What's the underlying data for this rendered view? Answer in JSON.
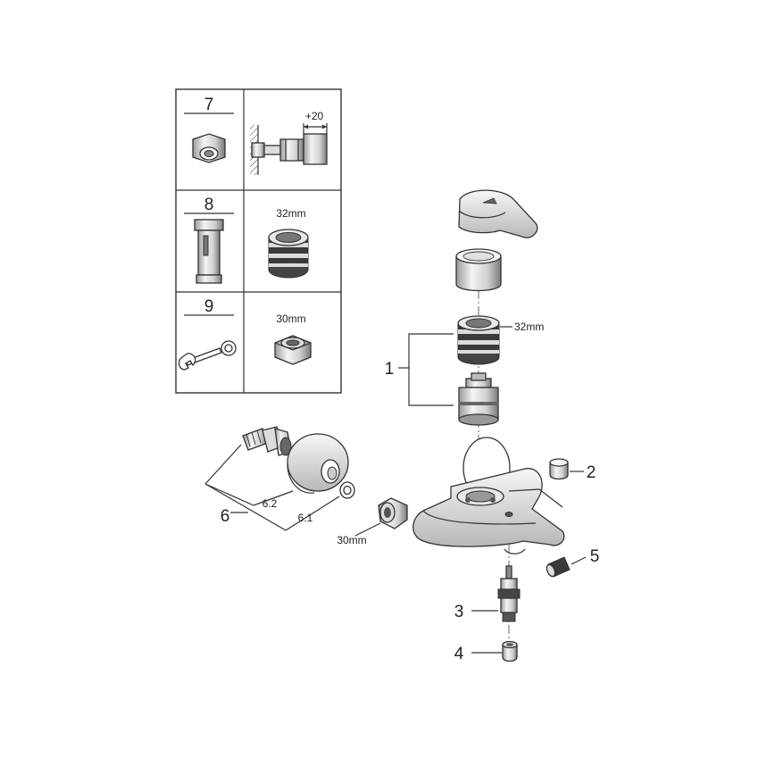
{
  "table": {
    "rows": [
      {
        "number": "7",
        "note": "+20"
      },
      {
        "number": "8",
        "note": "32mm"
      },
      {
        "number": "9",
        "note": "30mm"
      }
    ]
  },
  "callouts": {
    "cartridge_32": "32mm",
    "nut_30": "30mm",
    "part_1": "1",
    "part_2": "2",
    "part_3": "3",
    "part_4": "4",
    "part_5": "5",
    "part_6": "6",
    "part_6_1": "6.1",
    "part_6_2": "6.2"
  },
  "colors": {
    "line": "#333333",
    "fill_light": "#f2f2f2",
    "fill_mid": "#c8c8c8",
    "fill_dark": "#555555"
  }
}
